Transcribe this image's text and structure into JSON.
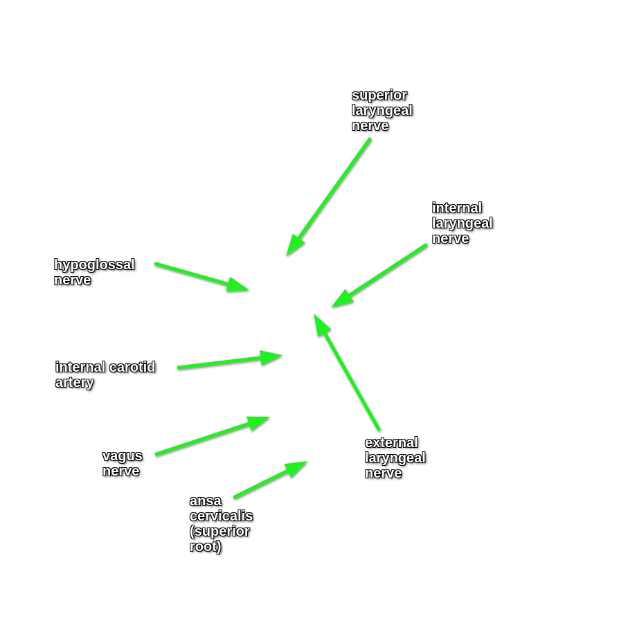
{
  "arrow_color": "#22ee22",
  "label_color": "#ffffff",
  "label_outline_color": "#000000",
  "labels": {
    "superior_laryngeal_nerve": [
      "superior",
      "laryngeal",
      "nerve"
    ],
    "internal_laryngeal_nerve": [
      "internal",
      "laryngeal",
      "nerve"
    ],
    "hypoglossal_nerve": [
      "hypoglossal",
      "nerve"
    ],
    "internal_carotid_artery": [
      "internal carotid",
      "artery"
    ],
    "vagus_nerve": [
      "vagus",
      "nerve"
    ],
    "external_laryngeal_nerve": [
      "external",
      "laryngeal",
      "nerve"
    ],
    "ansa_cervicalis": [
      "ansa",
      "cervicalis",
      "(superior",
      "root)"
    ]
  }
}
